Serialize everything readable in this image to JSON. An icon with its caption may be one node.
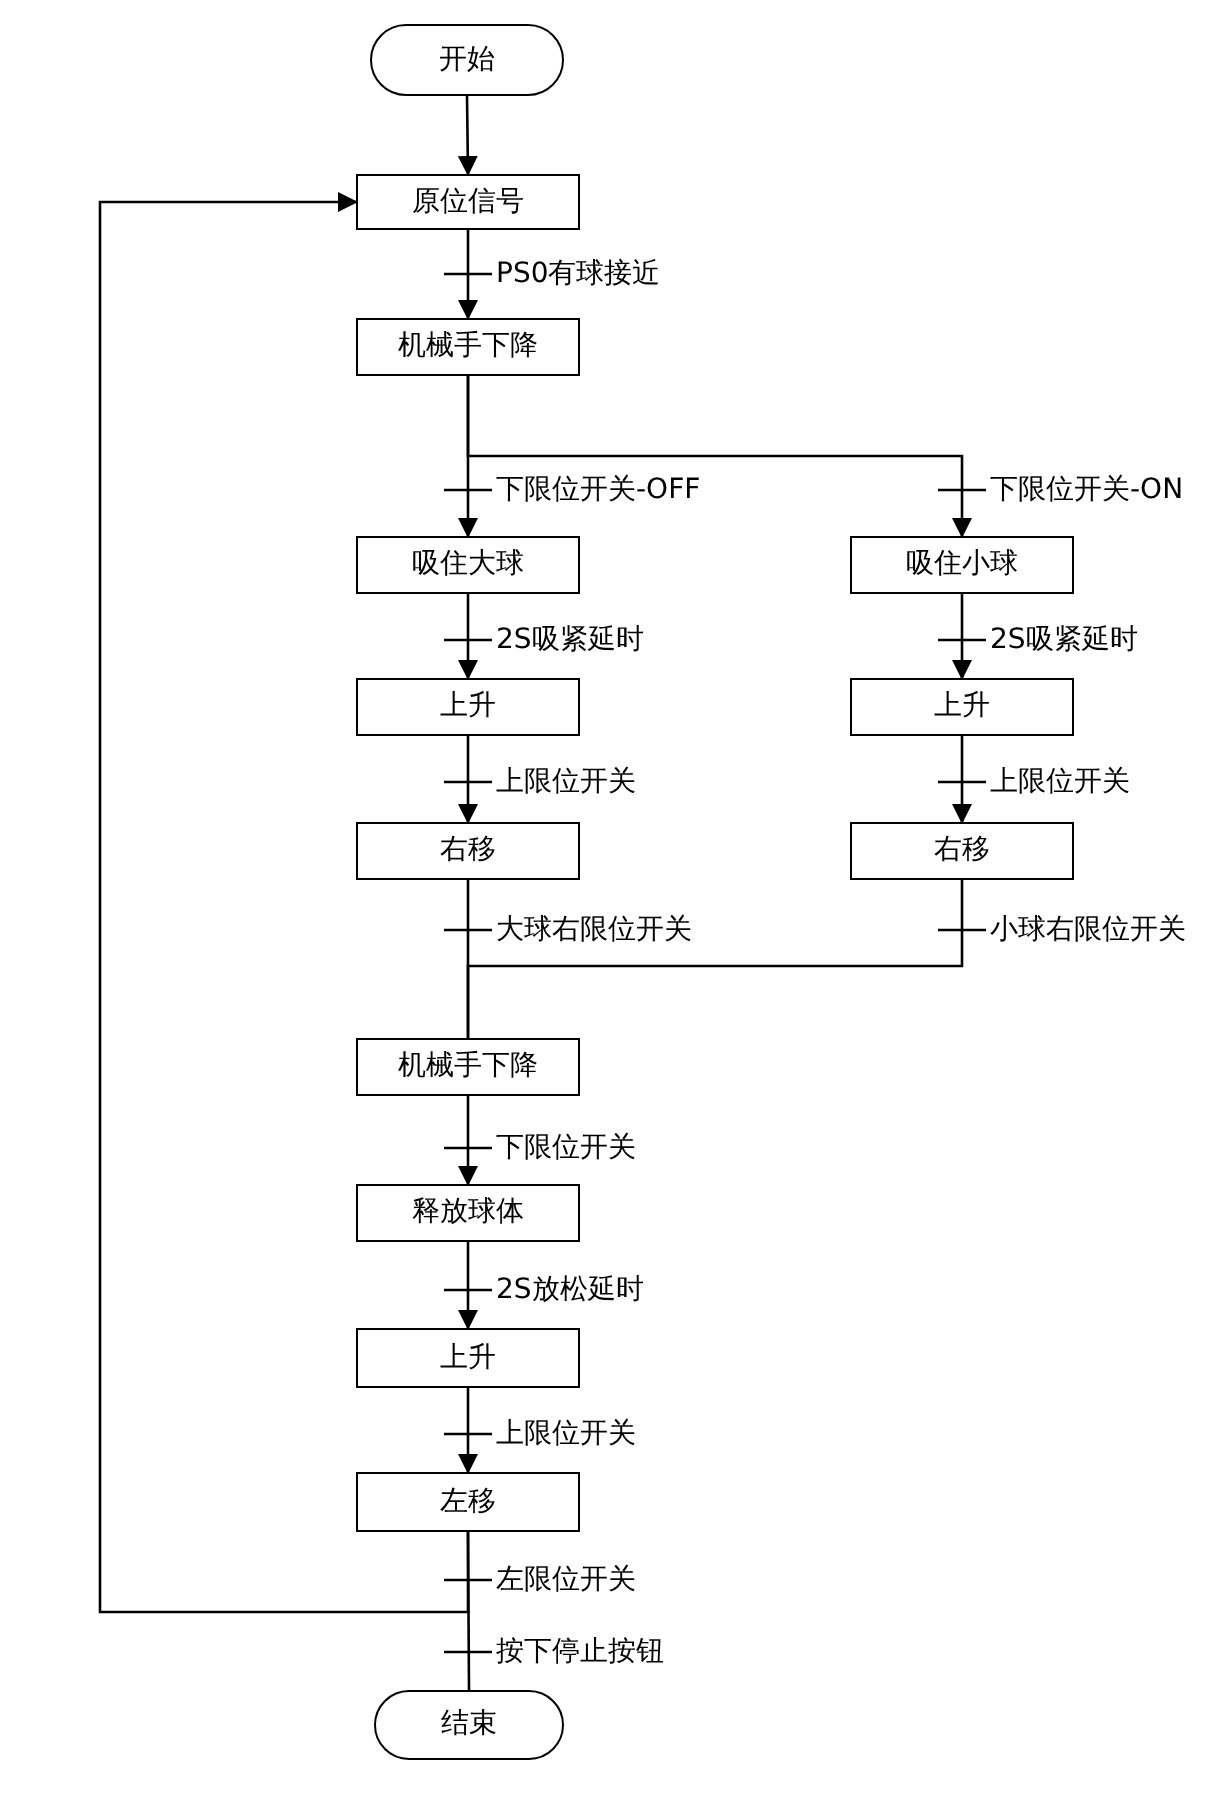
{
  "diagram": {
    "nodes": [
      {
        "text": [
          "开始"
        ]
      },
      {
        "text": [
          "原位信号"
        ]
      },
      {
        "text": [
          "机械手下降"
        ]
      },
      {
        "text": [
          "吸住大球"
        ]
      },
      {
        "text": [
          "吸住小球"
        ]
      },
      {
        "text": [
          "上升"
        ]
      },
      {
        "text": [
          "上升"
        ]
      },
      {
        "text": [
          "右移"
        ]
      },
      {
        "text": [
          "右移"
        ]
      },
      {
        "text": [
          "机械手下降"
        ]
      },
      {
        "text": [
          "释放球体"
        ]
      },
      {
        "text": [
          "上升"
        ]
      },
      {
        "text": [
          "左移"
        ]
      },
      {
        "text": [
          "结束"
        ]
      }
    ],
    "edges": [
      {
        "from": 0,
        "to": 1,
        "arrow": "to"
      },
      {
        "from": 1,
        "to": 2,
        "arrow": "to",
        "label": "PS0有球接近"
      },
      {
        "from": 2,
        "to": 3,
        "arrow": "to",
        "label": "下限位开关-OFF"
      },
      {
        "from": 2,
        "to": 4,
        "arrow": "to",
        "label": "下限位开关-ON"
      },
      {
        "from": 3,
        "to": 5,
        "arrow": "to",
        "label": "2S吸紧延时"
      },
      {
        "from": 4,
        "to": 6,
        "arrow": "to",
        "label": "2S吸紧延时"
      },
      {
        "from": 5,
        "to": 7,
        "arrow": "to",
        "label": "上限位开关"
      },
      {
        "from": 6,
        "to": 8,
        "arrow": "to",
        "label": "上限位开关"
      },
      {
        "from": 7,
        "to": 9,
        "arrow": "none",
        "label": "大球右限位开关"
      },
      {
        "from": 8,
        "to": 9,
        "arrow": "none",
        "label": "小球右限位开关"
      },
      {
        "from": 9,
        "to": 10,
        "arrow": "to",
        "label": "下限位开关"
      },
      {
        "from": 10,
        "to": 11,
        "arrow": "to",
        "label": "2S放松延时"
      },
      {
        "from": 11,
        "to": 12,
        "arrow": "to",
        "label": "上限位开关"
      },
      {
        "from": 12,
        "to": 1,
        "arrow": "to",
        "label": "左限位开关"
      },
      {
        "from": 12,
        "to": 13,
        "arrow": "none",
        "label": "按下停止按钮"
      }
    ]
  }
}
